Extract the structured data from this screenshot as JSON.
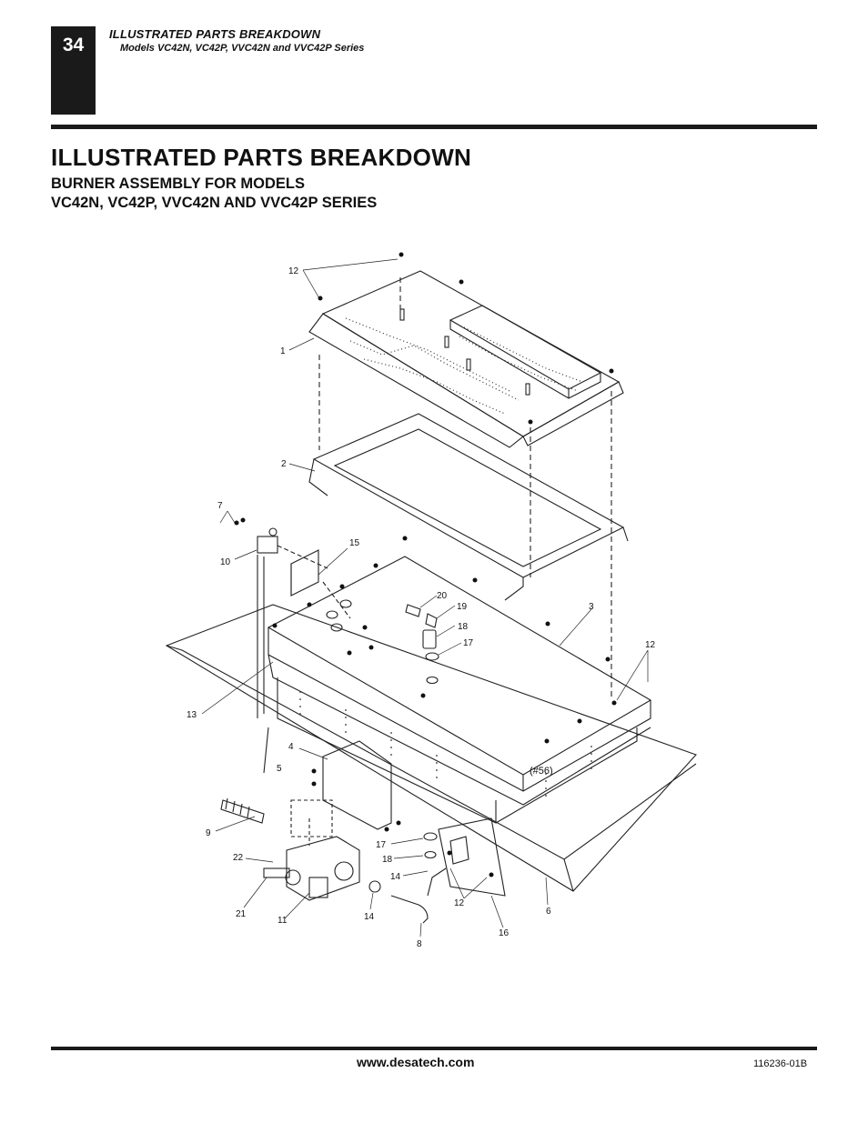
{
  "header": {
    "page_number": "34",
    "running_title": "ILLUSTRATED PARTS BREAKDOWN",
    "running_subtitle": "Models VC42N, VC42P, VVC42N and VVC42P Series"
  },
  "title": "ILLUSTRATED PARTS BREAKDOWN",
  "subtitle_line1": "BURNER ASSEMBLY FOR MODELS",
  "subtitle_line2": "VC42N, VC42P, VVC42N AND VVC42P SERIES",
  "diagram": {
    "callouts": [
      "12",
      "1",
      "2",
      "7",
      "10",
      "15",
      "20",
      "19",
      "18",
      "17",
      "3",
      "12",
      "13",
      "4",
      "5",
      "9",
      "22",
      "21",
      "11",
      "14",
      "8",
      "17",
      "18",
      "14",
      "12",
      "16",
      "6",
      "(#56)"
    ]
  },
  "footer": {
    "url": "www.desatech.com",
    "doc_code": "116236-01B"
  }
}
